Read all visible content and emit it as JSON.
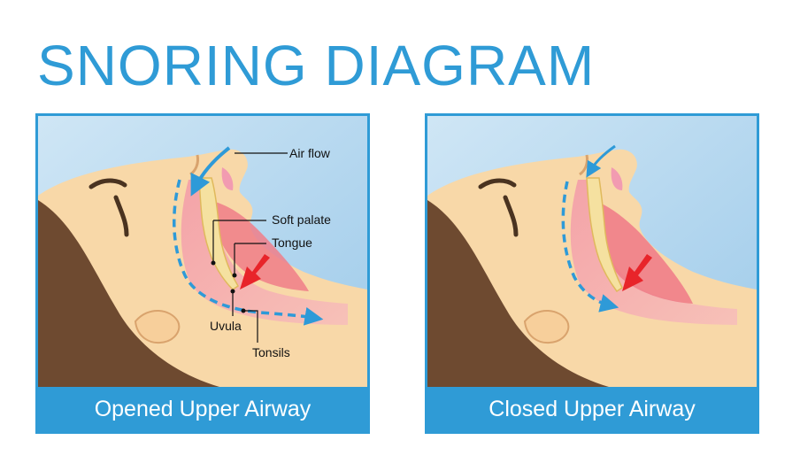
{
  "title": "SNORING DIAGRAM",
  "panels": [
    {
      "caption": "Opened Upper Airway",
      "labels": {
        "air_flow": "Air flow",
        "soft_palate": "Soft palate",
        "tongue": "Tongue",
        "uvula": "Uvula",
        "tonsils": "Tonsils"
      }
    },
    {
      "caption": "Closed Upper Airway"
    }
  ],
  "colors": {
    "accent": "#2f9bd6",
    "sky": "#cfe6f5",
    "skin": "#f8d8a8",
    "hair": "#6e4a30",
    "airway": "#f4a3a8",
    "tissue": "#f07e88",
    "arrow_red": "#e8242a",
    "arrow_blue": "#2e9ad8"
  }
}
